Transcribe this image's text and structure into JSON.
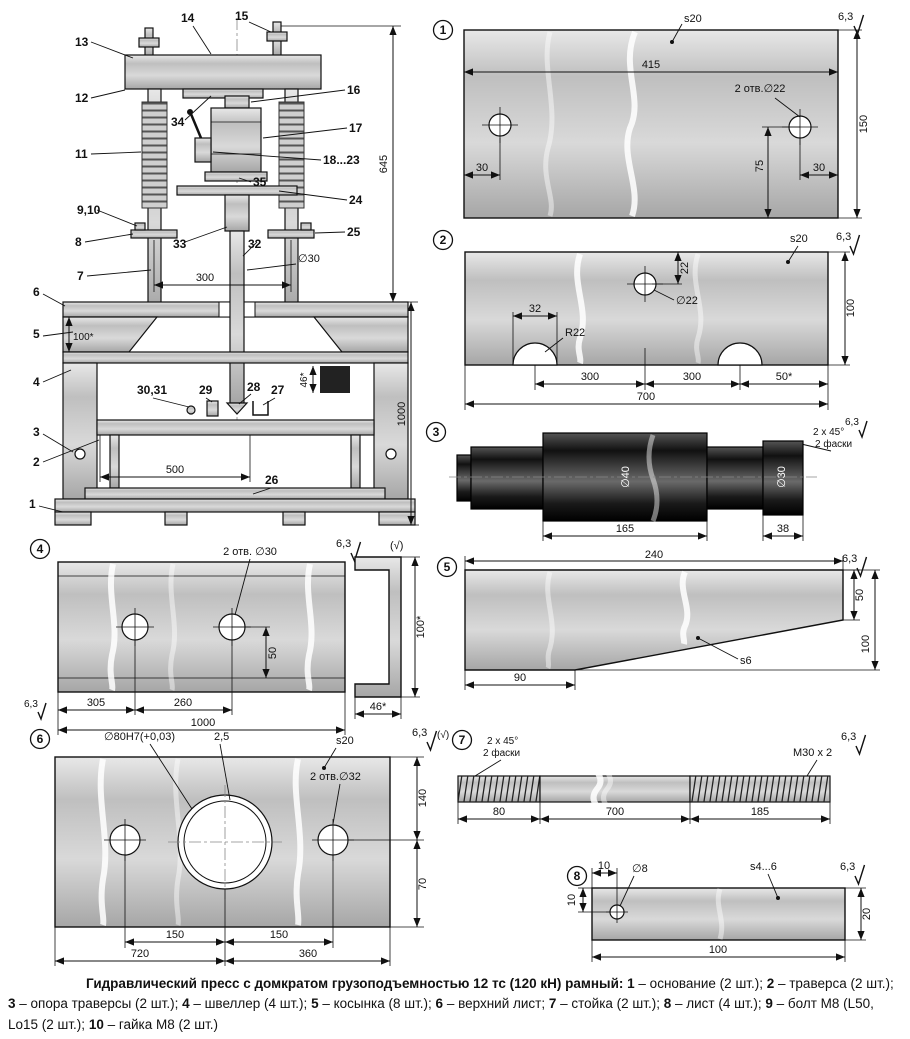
{
  "assembly": {
    "labels": {
      "l1": "1",
      "l2": "2",
      "l3": "3",
      "l4": "4",
      "l5": "5",
      "l6": "6",
      "l7": "7",
      "l8": "8",
      "l9_10": "9,10",
      "l11": "11",
      "l12": "12",
      "l13": "13",
      "l14": "14",
      "l15": "15",
      "l16": "16",
      "l17": "17",
      "l18_23": "18...23",
      "l24": "24",
      "l25": "25",
      "l26": "26",
      "l27": "27",
      "l28": "28",
      "l29": "29",
      "l30_31": "30,31",
      "l32": "32",
      "l33": "33",
      "l34": "34",
      "l35": "35"
    },
    "dims": {
      "d300": "300",
      "dia30": "∅30",
      "d645": "645",
      "d1000": "1000",
      "d100": "100*",
      "d46": "46*",
      "d500": "500"
    }
  },
  "detail1": {
    "num": "1",
    "material": "s20",
    "roughness": "6,3",
    "d415": "415",
    "holes": "2 отв.∅22",
    "d30l": "30",
    "d30r": "30",
    "d75": "75",
    "d150": "150"
  },
  "detail2": {
    "num": "2",
    "material": "s20",
    "roughness": "6,3",
    "d22": "22",
    "d32": "32",
    "dia22": "∅22",
    "r22": "R22",
    "d100": "100",
    "d300a": "300",
    "d300b": "300",
    "d50": "50*",
    "d700": "700"
  },
  "detail3": {
    "num": "3",
    "roughness": "6,3",
    "chamfer1": "2 x 45°",
    "chamfer2": "2 фаски",
    "dia40": "∅40",
    "dia30": "∅30",
    "d165": "165",
    "d38": "38"
  },
  "detail4": {
    "num": "4",
    "roughness_top": "6,3",
    "roughness_bottom": "6,3",
    "rest_mark": "(√)",
    "holes": "2 отв. ∅30",
    "d100": "100*",
    "d50": "50",
    "d305": "305",
    "d260": "260",
    "d1000": "1000",
    "d46": "46*"
  },
  "detail5": {
    "num": "5",
    "material": "s6",
    "roughness": "6,3",
    "d240": "240",
    "d50": "50",
    "d100": "100",
    "d90": "90"
  },
  "detail6": {
    "num": "6",
    "material": "s20",
    "roughness": "6,3",
    "rest_mark": "(√)",
    "bore": "∅80H7(+0,03)",
    "chamfer": "2,5",
    "holes": "2 отв.∅32",
    "d140": "140",
    "d70": "70",
    "d150a": "150",
    "d150b": "150",
    "d360": "360",
    "d720": "720"
  },
  "detail7": {
    "num": "7",
    "roughness": "6,3",
    "chamfer1": "2 x 45°",
    "chamfer2": "2 фаски",
    "thread": "M30 x 2",
    "d80": "80",
    "d700": "700",
    "d185": "185"
  },
  "detail8": {
    "num": "8",
    "material": "s4...6",
    "roughness": "6,3",
    "dia8": "∅8",
    "d10top": "10",
    "d10left": "10",
    "d20": "20",
    "d100": "100"
  },
  "caption": {
    "lead": "Гидравлический пресс с домкратом грузоподъемностью 12 тс (120 кН) рамный:",
    "parts": [
      {
        "num": "1",
        "desc": " – основание (2 шт.); "
      },
      {
        "num": "2",
        "desc": " – траверса (2 шт.); "
      },
      {
        "num": "3",
        "desc": " – опора траверсы (2 шт.); "
      },
      {
        "num": "4",
        "desc": " – швеллер (4 шт.); "
      },
      {
        "num": "5",
        "desc": " – косынка (8 шт.); "
      },
      {
        "num": "6",
        "desc": " – верхний лист; "
      },
      {
        "num": "7",
        "desc": " – стойка (2 шт.); "
      },
      {
        "num": "8",
        "desc": " – лист (4 шт.); "
      },
      {
        "num": "9",
        "desc": " – болт М8 (L50, Lo15 (2 шт.); "
      },
      {
        "num": "10",
        "desc": " – гайка М8 (2 шт.)"
      }
    ]
  }
}
